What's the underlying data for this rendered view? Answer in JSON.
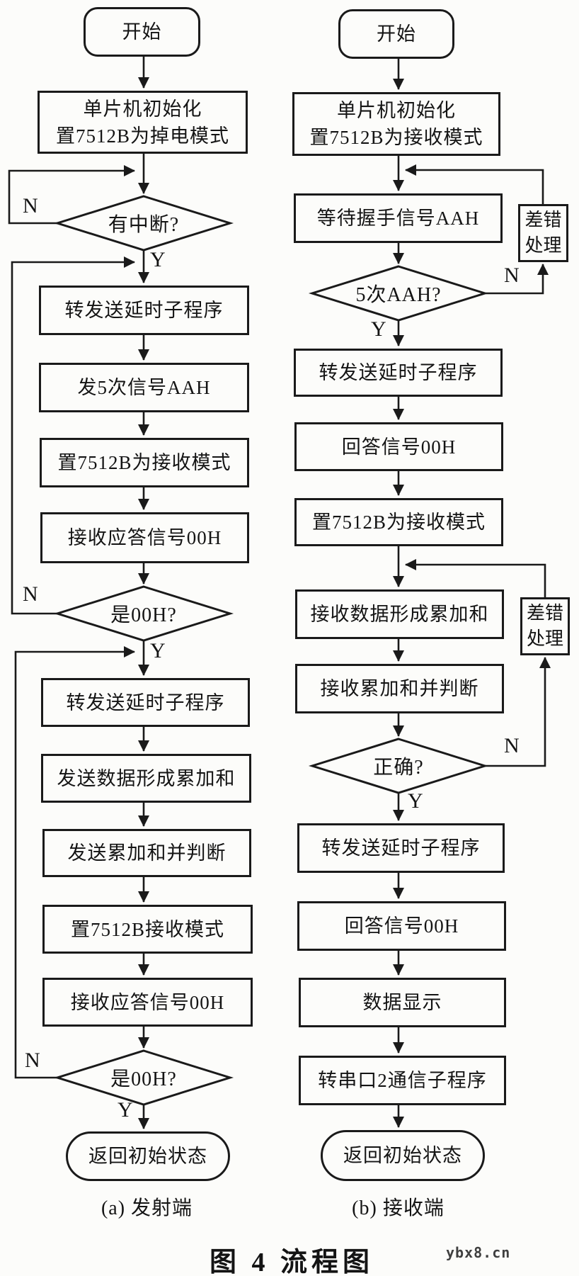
{
  "figure": {
    "title": "图 4  流程图",
    "watermark": "ybx8.cn",
    "yes_label": "Y",
    "no_label": "N"
  },
  "transmitter": {
    "caption": "(a) 发射端",
    "start": "开始",
    "init_line1": "单片机初始化",
    "init_line2": "置7512B为掉电模式",
    "has_interrupt": "有中断?",
    "goto_delay_1": "转发送延时子程序",
    "send_5_aah": "发5次信号AAH",
    "set_7512b_receive": "置7512B为接收模式",
    "receive_ack_1": "接收应答信号00H",
    "is_00h_1": "是00H?",
    "goto_delay_2": "转发送延时子程序",
    "send_data_checksum": "发送数据形成累加和",
    "send_checksum_judge": "发送累加和并判断",
    "set_7512b_receive_2": "置7512B接收模式",
    "receive_ack_2": "接收应答信号00H",
    "is_00h_2": "是00H?",
    "end": "返回初始状态"
  },
  "receiver": {
    "caption": "(b) 接收端",
    "start": "开始",
    "init_line1": "单片机初始化",
    "init_line2": "置7512B为接收模式",
    "wait_handshake": "等待握手信号AAH",
    "five_aah_q": "5次AAH?",
    "error1_line1": "差错",
    "error1_line2": "处理",
    "goto_delay_1": "转发送延时子程序",
    "reply_00h_1": "回答信号00H",
    "set_7512b_receive": "置7512B为接收模式",
    "receive_data_checksum": "接收数据形成累加和",
    "receive_checksum_judge": "接收累加和并判断",
    "correct_q": "正确?",
    "error2_line1": "差错",
    "error2_line2": "处理",
    "goto_delay_2": "转发送延时子程序",
    "reply_00h_2": "回答信号00H",
    "data_display": "数据显示",
    "goto_serial2": "转串口2通信子程序",
    "end": "返回初始状态"
  }
}
